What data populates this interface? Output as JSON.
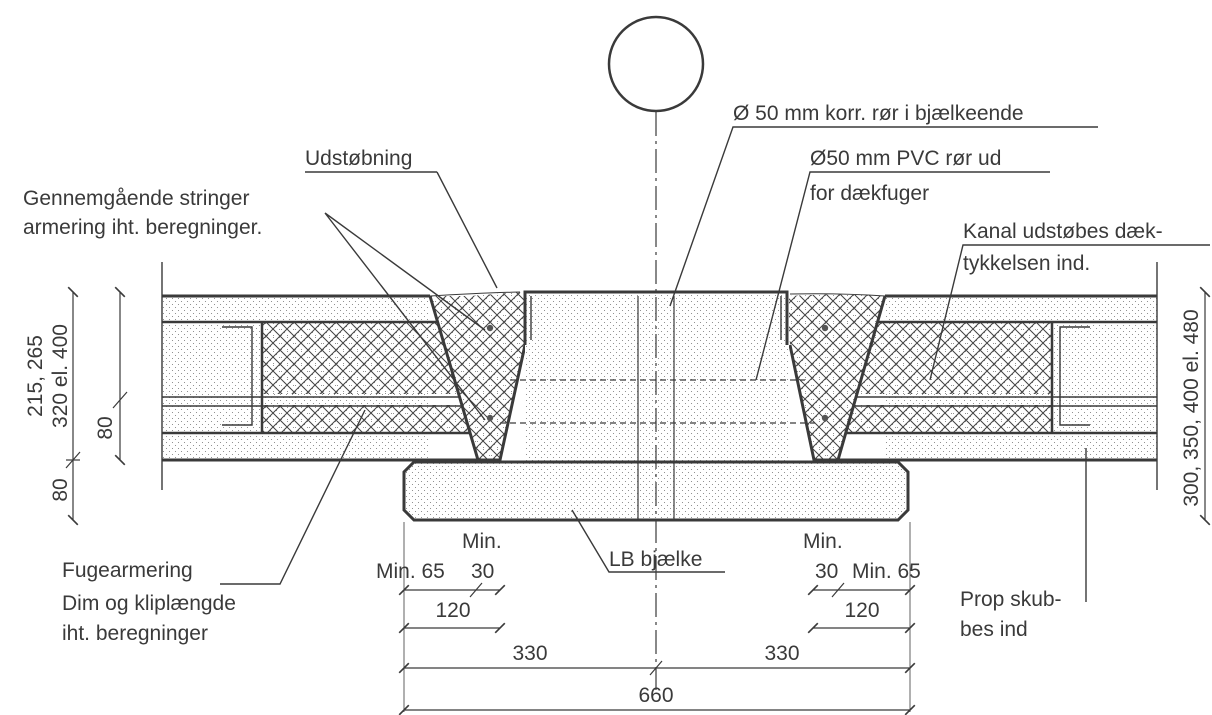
{
  "diagram": {
    "node_label": "",
    "callouts": {
      "pipe_end": "Ø 50 mm korr. rør i bjælkeende",
      "pvc_line1": "Ø50 mm PVC rør ud",
      "pvc_line2": "for dækfuger",
      "grout": "Udstøbning",
      "stringer_line1": "Gennemgående stringer",
      "stringer_line2": "armering iht. beregninger.",
      "channel_line1": "Kanal udstøbes dæk-",
      "channel_line2": "tykkelsen ind.",
      "joint_line1": "Fugearmering",
      "joint_line2": "Dim og kliplængde",
      "joint_line3": "iht. beregninger",
      "beam": "LB bjælke",
      "plug_line1": "Prop skub-",
      "plug_line2": "bes ind"
    },
    "dimensions": {
      "left_height": "215, 265",
      "left_height_2": "320 el. 400",
      "left_inner": "80",
      "left_bottom": "80",
      "right_height": "300, 350, 400 el. 480",
      "min_left": "Min.",
      "min65_left": "Min. 65",
      "d30_left": "30",
      "d120_left": "120",
      "min_right": "Min.",
      "d30_right": "30",
      "min65_right": "Min. 65",
      "d120_right": "120",
      "d330_left": "330",
      "d330_right": "330",
      "d660": "660"
    }
  }
}
